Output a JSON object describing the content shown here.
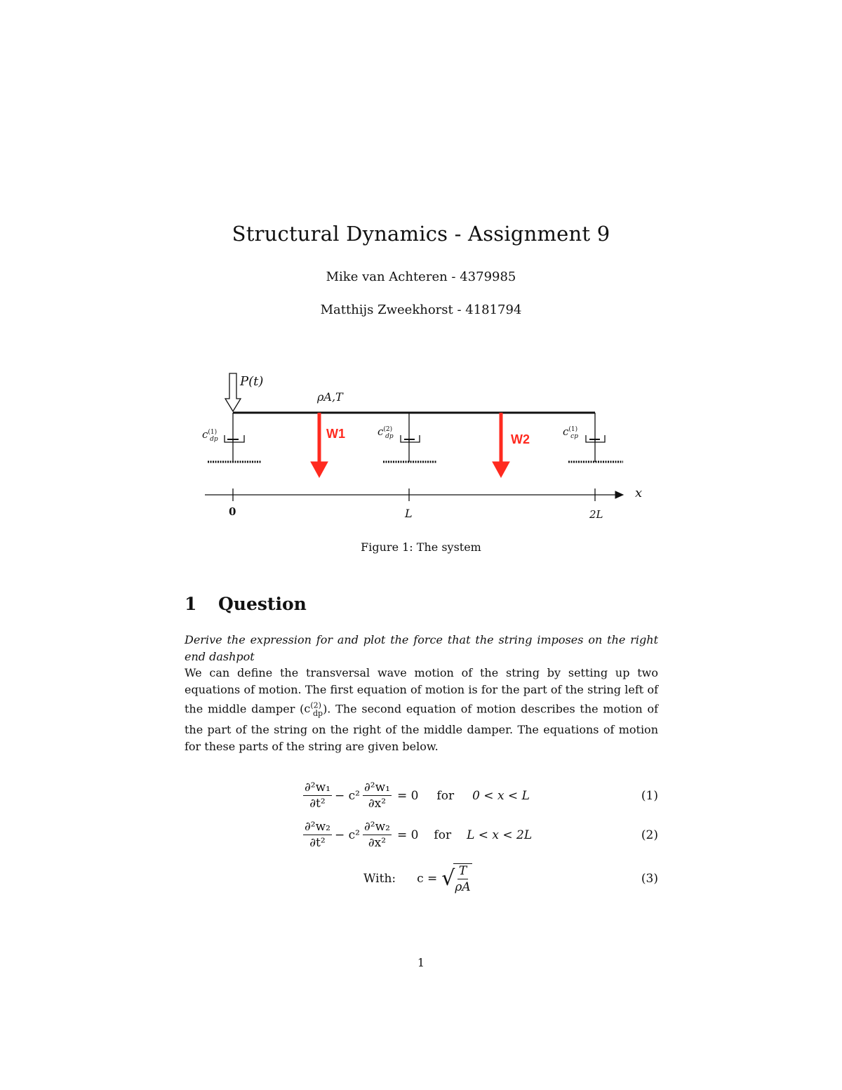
{
  "document": {
    "title": "Structural Dynamics - Assignment 9",
    "authors": [
      "Mike van Achteren - 4379985",
      "Matthijs Zweekhorst - 4181794"
    ]
  },
  "figure": {
    "caption": "Figure 1: The system",
    "labels": {
      "force": "P(t)",
      "string_props": "ρA,T",
      "damper_left": "c",
      "damper_left_sup": "(1)",
      "damper_left_sub": "dp",
      "damper_mid": "c",
      "damper_mid_sup": "(2)",
      "damper_mid_sub": "dp",
      "damper_right": "c",
      "damper_right_sup": "(1)",
      "damper_right_sub": "cp",
      "w1": "W1",
      "w2": "W2",
      "axis_x": "x",
      "tick_0": "0",
      "tick_L": "L",
      "tick_2L": "2L"
    },
    "colors": {
      "arrow": "#ff2a1f",
      "line": "#111111"
    }
  },
  "section": {
    "number": "1",
    "title": "Question"
  },
  "content": {
    "prompt_italic": "Derive the expression for and plot the force that the string imposes on the right end dashpot",
    "para_part1": "We can define the transversal wave motion of the string by setting up two equations of motion. The first equation of motion is for the part of the string left of the middle damper (",
    "para_c": "c",
    "para_sup": "(2)",
    "para_sub": "dp",
    "para_part2": "). The second equation of motion describes the motion of the part of the string on the right of the middle damper. The equations of motion for these parts of the string are given below."
  },
  "equations": [
    {
      "lhs_num": "∂²w₁",
      "lhs_den": "∂t²",
      "minus": "− c²",
      "rhs_num": "∂²w₁",
      "rhs_den": "∂x²",
      "equals": "= 0",
      "for": "for",
      "range": "0 < x < L",
      "number": "(1)"
    },
    {
      "lhs_num": "∂²w₂",
      "lhs_den": "∂t²",
      "minus": "− c²",
      "rhs_num": "∂²w₂",
      "rhs_den": "∂x²",
      "equals": "= 0",
      "for": "for",
      "range": "L < x < 2L",
      "number": "(2)"
    },
    {
      "with": "With:",
      "lhs": "c =",
      "sqrt_num": "T",
      "sqrt_den": "ρA",
      "number": "(3)"
    }
  ],
  "page": {
    "number": "1"
  }
}
